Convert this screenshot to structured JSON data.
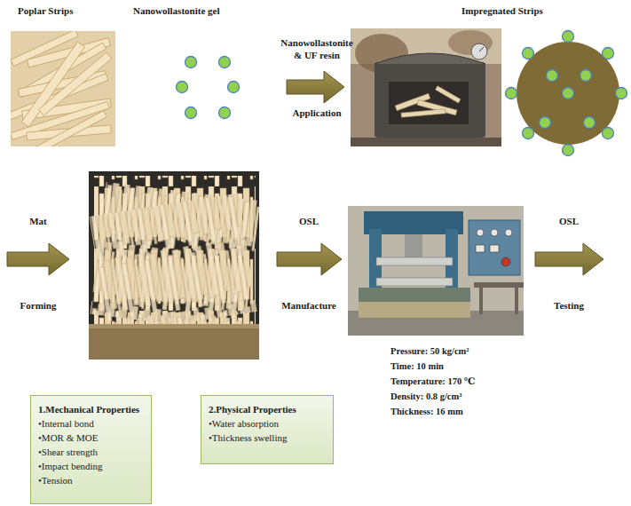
{
  "diagram": {
    "nodes": [
      {
        "text": [
          "1.Mechanical Properties",
          "•Internal bond",
          "•MOR & MOE",
          "•Shear strength",
          "•Impact bending",
          "•Tension"
        ]
      },
      {
        "text": [
          "2.Physical Properties",
          "•Water absorption",
          "•Thickness swelling"
        ]
      }
    ],
    "labels": [
      "Poplar Strips",
      "Nanowollastonite gel",
      "Impregnated Strips",
      "Nanowollastonite & UF resin",
      "Application",
      "Mat",
      "Forming",
      "OSL",
      "Manufacture",
      "OSL",
      "Testing",
      "Pressure: 50 kg/cm²",
      "Time: 10 min",
      "Temperature: 170 ℃",
      "Density: 0.8 g/cm³",
      "Thickness: 16 mm"
    ]
  }
}
